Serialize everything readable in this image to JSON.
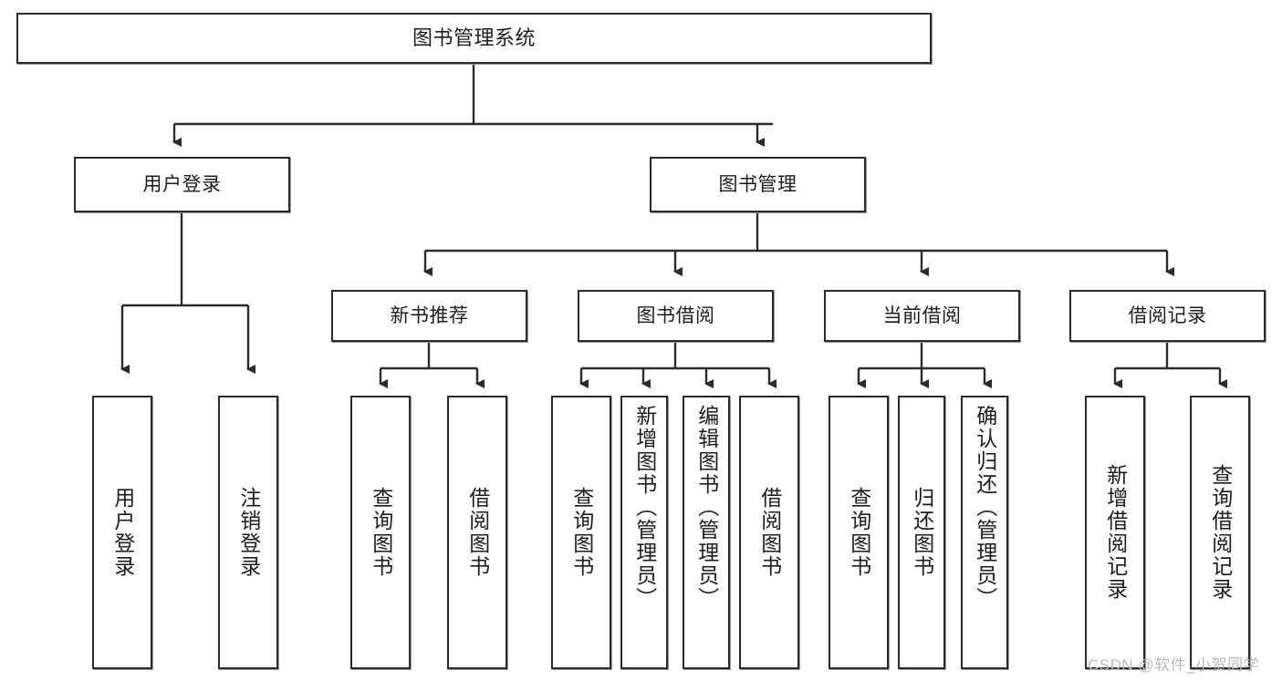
{
  "diagram": {
    "title": "图书管理系统",
    "type": "hierarchy-tree",
    "levels": 4,
    "root": {
      "id": "root",
      "label": "图书管理系统"
    },
    "level2": [
      {
        "id": "user-login",
        "label": "用户登录"
      },
      {
        "id": "book-management",
        "label": "图书管理"
      }
    ],
    "level3": [
      {
        "id": "new-book-recommend",
        "label": "新书推荐",
        "parent": "book-management"
      },
      {
        "id": "book-borrow",
        "label": "图书借阅",
        "parent": "book-management"
      },
      {
        "id": "current-borrow",
        "label": "当前借阅",
        "parent": "book-management"
      },
      {
        "id": "borrow-record",
        "label": "借阅记录",
        "parent": "book-management"
      }
    ],
    "leaves": {
      "user-login": [
        {
          "id": "leaf-user-login",
          "label": "用户登录"
        },
        {
          "id": "leaf-logout",
          "label": "注销登录"
        }
      ],
      "new-book-recommend": [
        {
          "id": "leaf-query-book-1",
          "label": "查询图书"
        },
        {
          "id": "leaf-borrow-book-1",
          "label": "借阅图书"
        }
      ],
      "book-borrow": [
        {
          "id": "leaf-query-book-2",
          "label": "查询图书"
        },
        {
          "id": "leaf-add-book",
          "label": "新增图书（管理员）"
        },
        {
          "id": "leaf-edit-book",
          "label": "编辑图书（管理员）"
        },
        {
          "id": "leaf-borrow-book-2",
          "label": "借阅图书"
        }
      ],
      "current-borrow": [
        {
          "id": "leaf-query-book-3",
          "label": "查询图书"
        },
        {
          "id": "leaf-return-book",
          "label": "归还图书"
        },
        {
          "id": "leaf-confirm-return",
          "label": "确认归还（管理员）"
        }
      ],
      "borrow-record": [
        {
          "id": "leaf-add-record",
          "label": "新增借阅记录"
        },
        {
          "id": "leaf-query-record",
          "label": "查询借阅记录"
        }
      ]
    }
  },
  "watermark": {
    "text": "CSDN @软件_小贺同学"
  },
  "colors": {
    "border": "#2b2b2b",
    "background": "#ffffff",
    "text": "#1d1d1d",
    "edge": "#2b2b2b",
    "watermark": "#b9b9b9"
  }
}
